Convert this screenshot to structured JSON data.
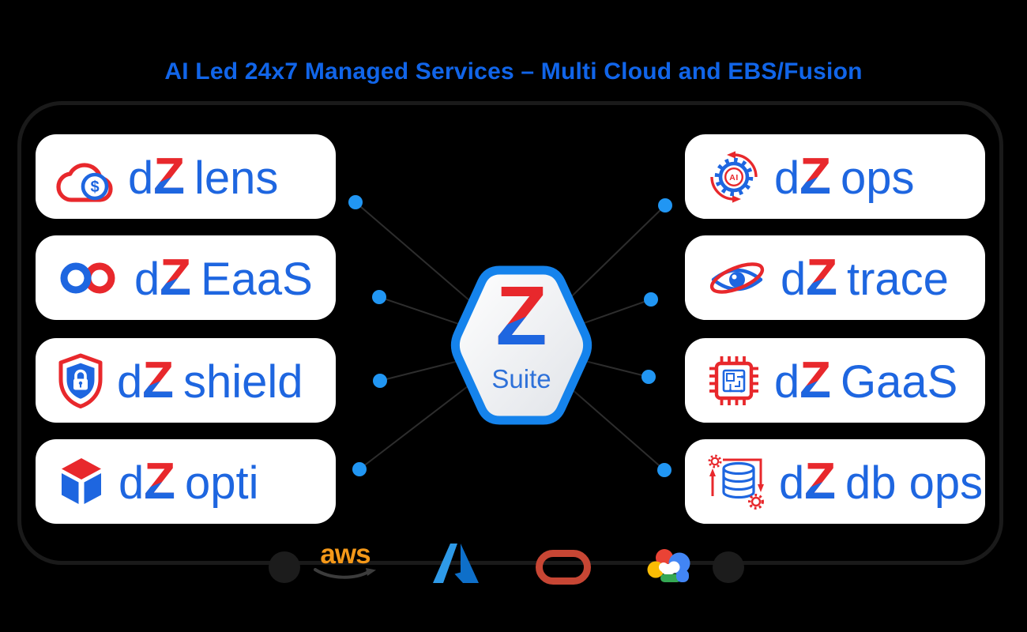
{
  "header": {
    "title": "AI Led 24x7 Managed Services – Multi Cloud and EBS/Fusion"
  },
  "hub": {
    "letter": "Z",
    "label": "Suite"
  },
  "brand": {
    "d": "d",
    "z": "Z"
  },
  "services": {
    "left": [
      {
        "name": "lens",
        "icon": "cloud-dollar-icon",
        "badge": "$"
      },
      {
        "name": "EaaS",
        "icon": "infinity-icon"
      },
      {
        "name": "shield",
        "icon": "shield-lock-icon"
      },
      {
        "name": "opti",
        "icon": "cube-icon"
      }
    ],
    "right": [
      {
        "name": "ops",
        "icon": "ai-gear-icon",
        "badge": "AI"
      },
      {
        "name": "trace",
        "icon": "eye-orbit-icon"
      },
      {
        "name": "GaaS",
        "icon": "chip-icon"
      },
      {
        "name": "db ops",
        "icon": "database-gears-icon"
      }
    ]
  },
  "providers": {
    "aws_label": "aws",
    "names": [
      "aws",
      "azure",
      "oracle",
      "google-cloud"
    ]
  },
  "colors": {
    "title_blue": "#1165e9",
    "brand_blue": "#1e66e0",
    "brand_red": "#e8282c",
    "hex_border": "#1583ec",
    "suite_text": "#2e71d9",
    "dot_blue": "#2196f3",
    "aws_orange": "#f49819",
    "oracle_red": "#c74634",
    "azure_blue": "#0e6fc9",
    "google_blue": "#4285f4",
    "google_red": "#ea4335",
    "google_yellow": "#fbbc04",
    "google_green": "#34a853"
  }
}
